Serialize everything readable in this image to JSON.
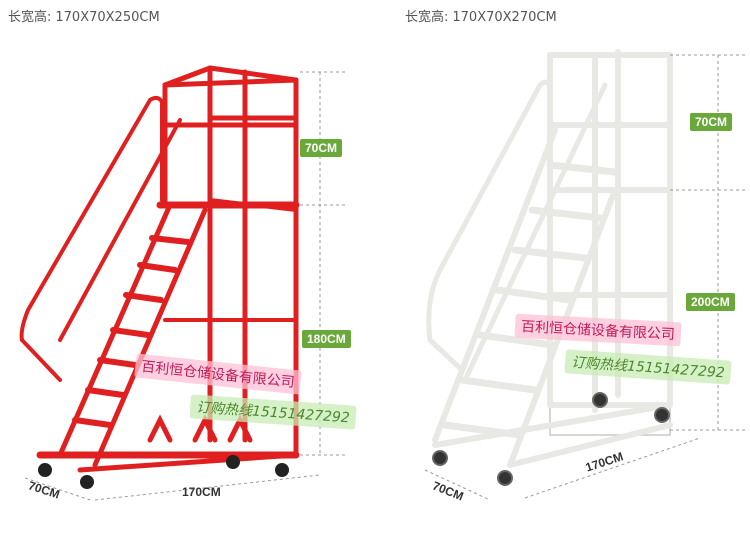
{
  "left": {
    "spec_label": "长宽高:",
    "spec_value": "170X70X250CM",
    "dim_top": "70CM",
    "dim_middle": "180CM",
    "dim_depth": "70CM",
    "dim_length": "170CM",
    "watermark_company": "百利恒仓储设备有限公司",
    "watermark_hotline": "订购热线15151427292",
    "color": "#e02020"
  },
  "right": {
    "spec_label": "长宽高:",
    "spec_value": "170X70X270CM",
    "dim_top": "70CM",
    "dim_middle": "200CM",
    "dim_depth": "70CM",
    "dim_length": "170CM",
    "watermark_company": "百利恒仓储设备有限公司",
    "watermark_hotline": "订购热线15151427292",
    "color": "#f2f2ee"
  },
  "tag_color": "#6aa83a"
}
